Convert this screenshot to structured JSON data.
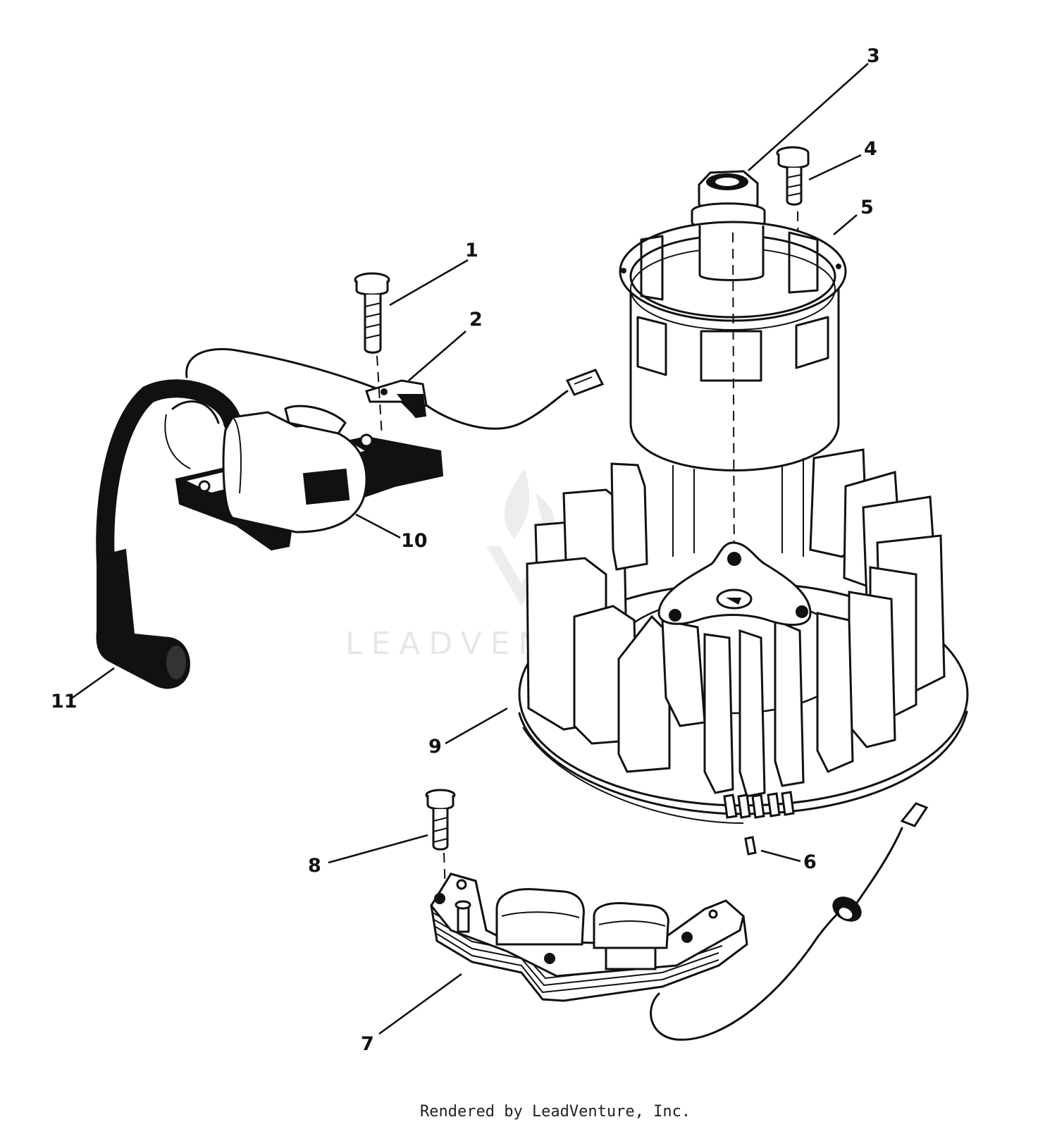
{
  "callouts": [
    {
      "number": "1",
      "part": "screw"
    },
    {
      "number": "2",
      "part": "ground-terminal"
    },
    {
      "number": "3",
      "part": "flywheel-nut"
    },
    {
      "number": "4",
      "part": "screw"
    },
    {
      "number": "5",
      "part": "screen"
    },
    {
      "number": "6",
      "part": "key"
    },
    {
      "number": "7",
      "part": "alternator"
    },
    {
      "number": "8",
      "part": "screw"
    },
    {
      "number": "9",
      "part": "flywheel"
    },
    {
      "number": "10",
      "part": "ignition-module"
    },
    {
      "number": "11",
      "part": "spark-plug-boot"
    }
  ],
  "watermark": {
    "text": "LEADVENTURE"
  },
  "footer": {
    "text": "Rendered by LeadVenture, Inc."
  }
}
